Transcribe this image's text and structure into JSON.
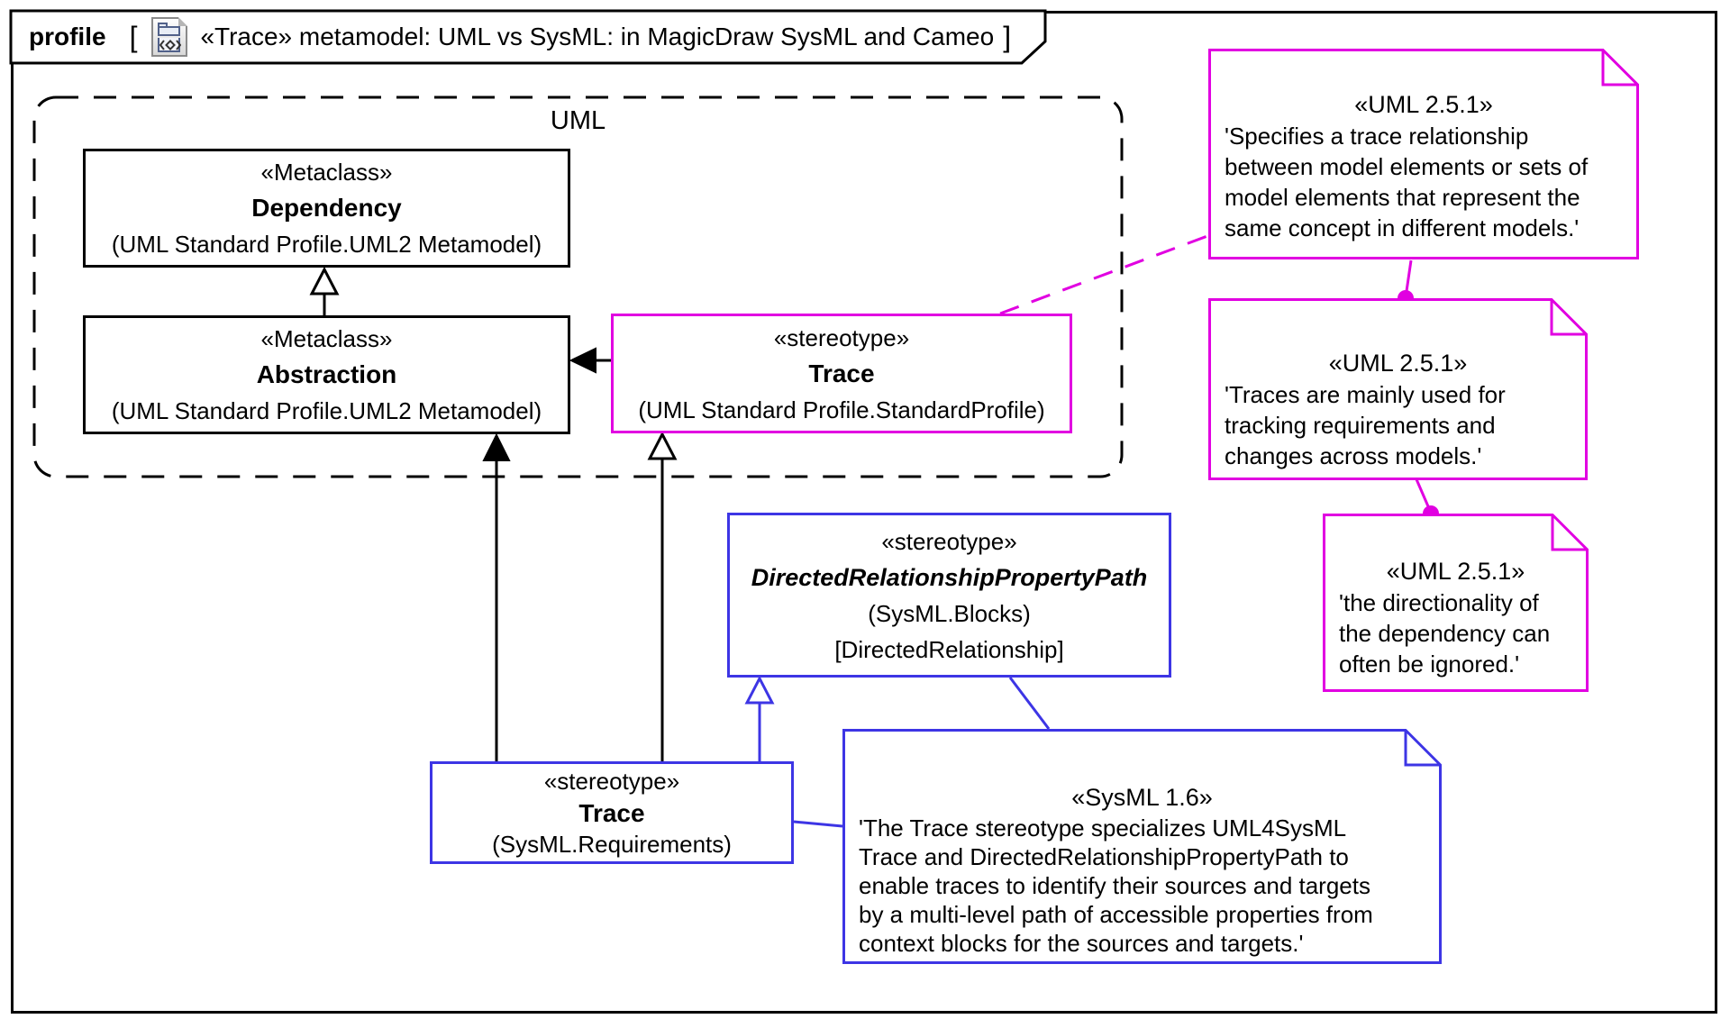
{
  "frame": {
    "tab": {
      "kind_label": "profile",
      "open_bracket": "[",
      "close_bracket": "]",
      "diagram_title": "«Trace» metamodel: UML vs SysML: in MagicDraw SysML and Cameo"
    }
  },
  "package": {
    "name": "UML"
  },
  "boxes": {
    "dependency": {
      "stereotype": "«Metaclass»",
      "name": "Dependency",
      "qualifier": "(UML Standard Profile.UML2 Metamodel)"
    },
    "abstraction": {
      "stereotype": "«Metaclass»",
      "name": "Abstraction",
      "qualifier": "(UML Standard Profile.UML2 Metamodel)"
    },
    "uml_trace": {
      "stereotype": "«stereotype»",
      "name": "Trace",
      "qualifier": "(UML Standard Profile.StandardProfile)"
    },
    "drpp": {
      "stereotype": "«stereotype»",
      "name": "DirectedRelationshipPropertyPath",
      "qualifier": "(SysML.Blocks)",
      "metaclass_ref": "[DirectedRelationship]"
    },
    "sysml_trace": {
      "stereotype": "«stereotype»",
      "name": "Trace",
      "qualifier": "(SysML.Requirements)"
    }
  },
  "notes": {
    "uml_note_1": {
      "heading": "«UML 2.5.1»",
      "lines": [
        "'Specifies a trace relationship",
        "between model elements or sets of",
        "model elements that represent the",
        "same concept in different models.'"
      ]
    },
    "uml_note_2": {
      "heading": "«UML 2.5.1»",
      "lines": [
        "'Traces are mainly used for",
        "tracking requirements and",
        "changes across models.'"
      ]
    },
    "uml_note_3": {
      "heading": "«UML 2.5.1»",
      "lines": [
        "'the directionality of",
        "the dependency can",
        "often be ignored.'"
      ]
    },
    "sysml_note": {
      "heading": "«SysML 1.6»",
      "lines": [
        "'The Trace stereotype specializes UML4SysML",
        "Trace and DirectedRelationshipPropertyPath to",
        "enable traces to identify their sources and targets",
        "by a multi-level path of accessible properties from",
        "context blocks for the sources and targets.'"
      ]
    }
  },
  "colors": {
    "uml_accent": "#E100E1",
    "sysml_accent": "#3D35E5",
    "line_black": "#000000"
  }
}
